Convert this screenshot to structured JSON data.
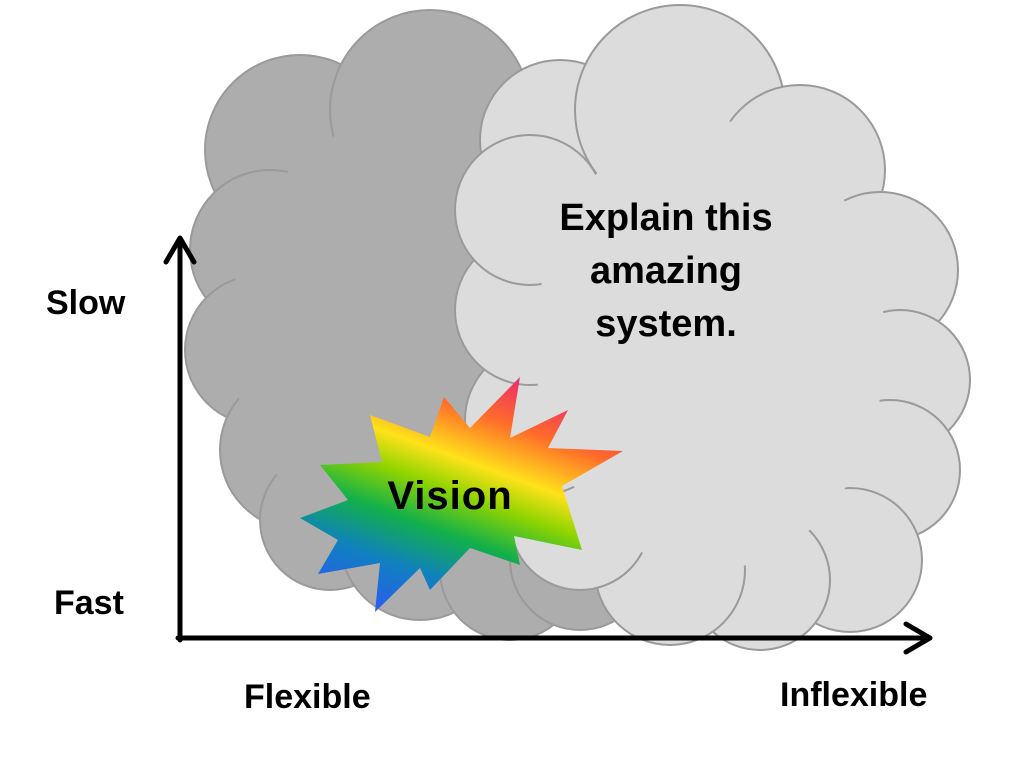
{
  "axes": {
    "y_top_label": "Slow",
    "y_bottom_label": "Fast",
    "x_left_label": "Flexible",
    "x_right_label": "Inflexible"
  },
  "light_cloud": {
    "text": "Explain this amazing system."
  },
  "burst": {
    "text": "Vision"
  },
  "colors": {
    "dark_cloud_fill": "#adadad",
    "light_cloud_fill": "#dcdcdc",
    "cloud_outline": "#9a9a9a",
    "axis": "#000000",
    "burst_gradient": [
      "#e8207a",
      "#ff6a2a",
      "#ffe21a",
      "#8fd400",
      "#12b04a",
      "#1080c0",
      "#2a5cf0"
    ]
  }
}
